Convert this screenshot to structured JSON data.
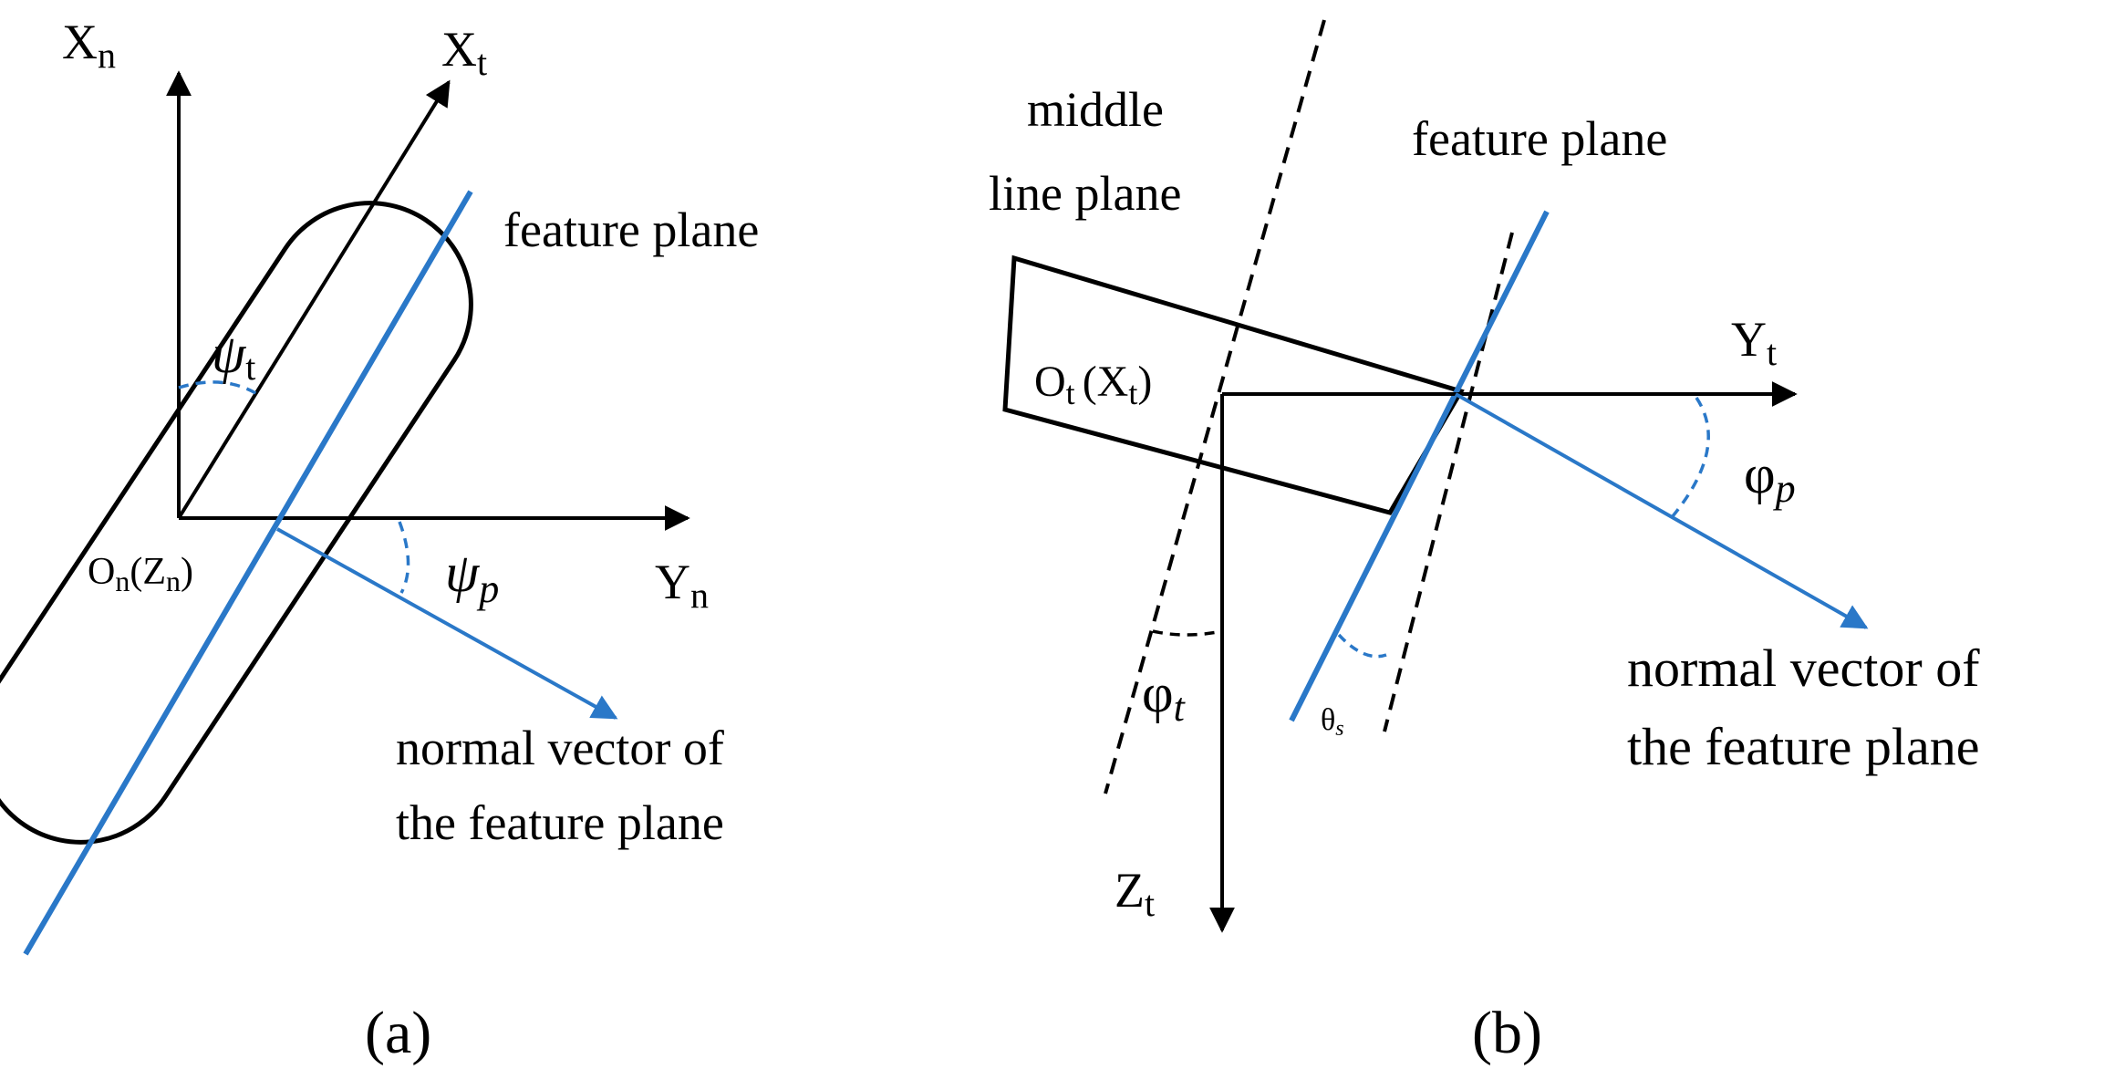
{
  "colors": {
    "axis": "#000000",
    "accent": "#2a78c8",
    "background": "#ffffff"
  },
  "panel_a": {
    "caption": "(a)",
    "axis_xn": {
      "main": "X",
      "sub": "n"
    },
    "axis_xt": {
      "main": "X",
      "sub": "t"
    },
    "axis_yn": {
      "main": "Y",
      "sub": "n"
    },
    "origin": {
      "o": "O",
      "o_sub": "n",
      "z_open": "(Z",
      "z_sub": "n",
      "close": ")"
    },
    "angle_psi_t": {
      "sym": "ψ",
      "sub": "t"
    },
    "angle_psi_p": {
      "sym": "ψ",
      "sub": "p"
    },
    "feature_plane": "feature plane",
    "normal_line1": "normal vector of",
    "normal_line2": "the feature plane"
  },
  "panel_b": {
    "caption": "(b)",
    "middle_line1": "middle",
    "middle_line2": "line plane",
    "feature_plane": "feature plane",
    "axis_yt": {
      "main": "Y",
      "sub": "t"
    },
    "axis_zt": {
      "main": "Z",
      "sub": "t"
    },
    "origin": {
      "o": "O",
      "o_sub": "t",
      "x_open": "(X",
      "x_sub": "t",
      "close": ")"
    },
    "angle_phi_p": {
      "sym": "φ",
      "sub": "p"
    },
    "angle_phi_t": {
      "sym": "φ",
      "sub": "t"
    },
    "angle_theta_s": {
      "sym": "θ",
      "sub": "s"
    },
    "normal_line1": "normal vector of",
    "normal_line2": "the feature plane"
  }
}
